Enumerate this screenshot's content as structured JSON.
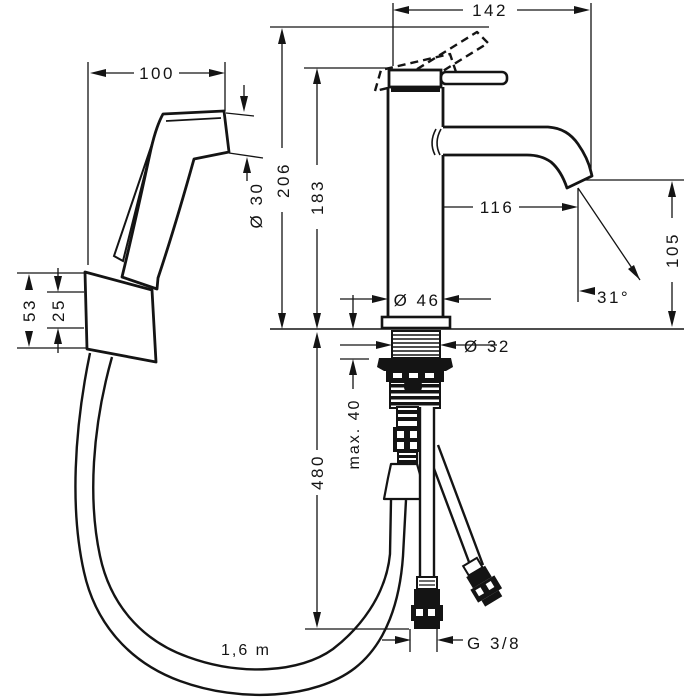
{
  "drawing": {
    "labels": {
      "dim_142": "142",
      "dim_100": "100",
      "dim_206": "206",
      "dim_183": "183",
      "dia_30": "Ø 30",
      "dim_116": "116",
      "dim_105": "105",
      "angle_31": "31°",
      "dia_46": "Ø 46",
      "dia_32": "Ø 32",
      "dim_53": "53",
      "dim_25": "25",
      "max_40": "max. 40",
      "dim_480": "480",
      "hose_length": "1,6 m",
      "thread_size": "G 3/8"
    },
    "colors": {
      "line": "#141414",
      "background": "#ffffff"
    }
  }
}
